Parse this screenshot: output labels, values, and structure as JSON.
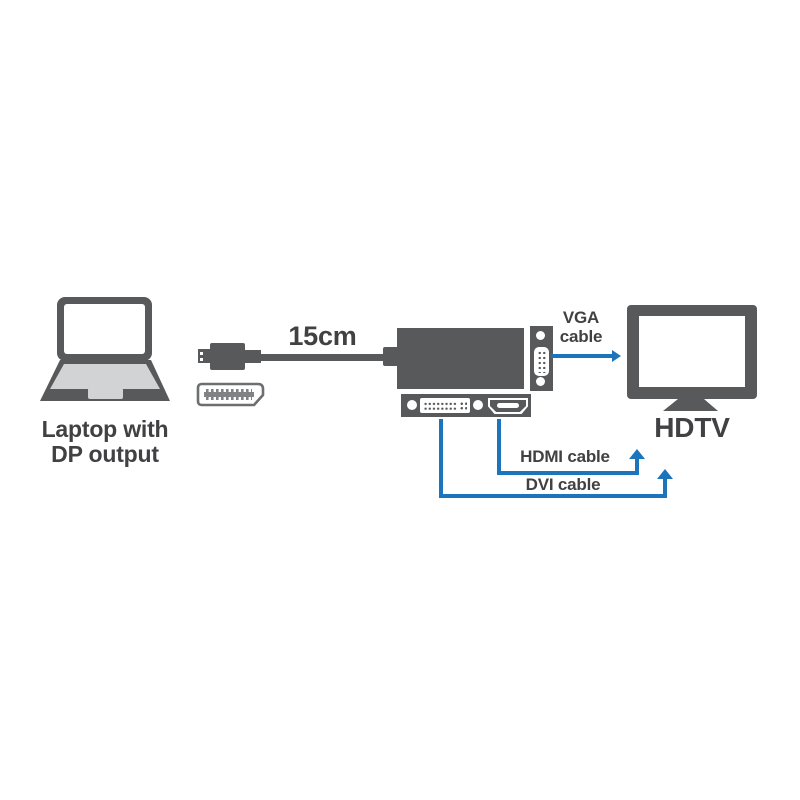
{
  "diagram": {
    "labels": {
      "laptop_line1": "Laptop with",
      "laptop_line2": "DP output",
      "cable_length": "15cm",
      "vga_line1": "VGA",
      "vga_line2": "cable",
      "hdtv": "HDTV",
      "hdmi_cable": "HDMI cable",
      "dvi_cable": "DVI cable"
    },
    "icons": {
      "laptop": "laptop-icon",
      "displayport_plug": "displayport-plug-icon",
      "displayport_connector": "displayport-connector-icon",
      "adapter": "adapter-box-icon",
      "vga_port": "vga-port-icon",
      "dvi_port": "dvi-port-icon",
      "hdmi_port": "hdmi-port-icon",
      "hdtv_monitor": "hdtv-monitor-icon",
      "vga_arrow": "arrow-right-icon",
      "hdmi_arrow": "arrow-up-icon",
      "dvi_arrow": "arrow-up-icon"
    },
    "colors": {
      "dark_gray": "#58595B",
      "light_gray": "#D1D3D4",
      "mid_gray": "#808285",
      "outline_gray": "#6D6E71",
      "text_gray": "#414042",
      "blue": "#1C75BC",
      "background": "#FFFFFF"
    }
  }
}
